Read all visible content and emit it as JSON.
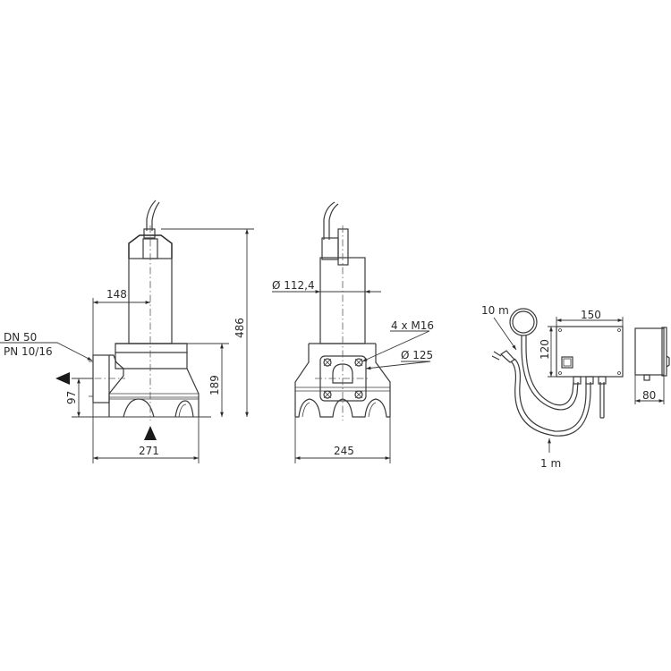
{
  "drawing": {
    "type": "Dimensioned technical drawing of a submersible sewage pump with float switch control box",
    "units": "mm",
    "line_color": "#3a3a3a",
    "background": "#ffffff"
  },
  "side_view": {
    "dims": {
      "total_height": "486",
      "flange_offset": "148",
      "body_height": "189",
      "outlet_height": "97",
      "base_width": "271"
    },
    "connection": {
      "nominal_diameter": "DN 50",
      "pressure_rating": "PN 10/16"
    }
  },
  "front_view": {
    "dims": {
      "motor_diameter": "Ø 112,4",
      "bolts": "4 x M16",
      "bolt_circle": "Ø 125",
      "base_width": "245"
    }
  },
  "control_box": {
    "dims": {
      "float_cable_length": "10 m",
      "power_cable_length": "1 m",
      "box_width": "150",
      "box_height": "120",
      "box_depth": "80"
    }
  }
}
